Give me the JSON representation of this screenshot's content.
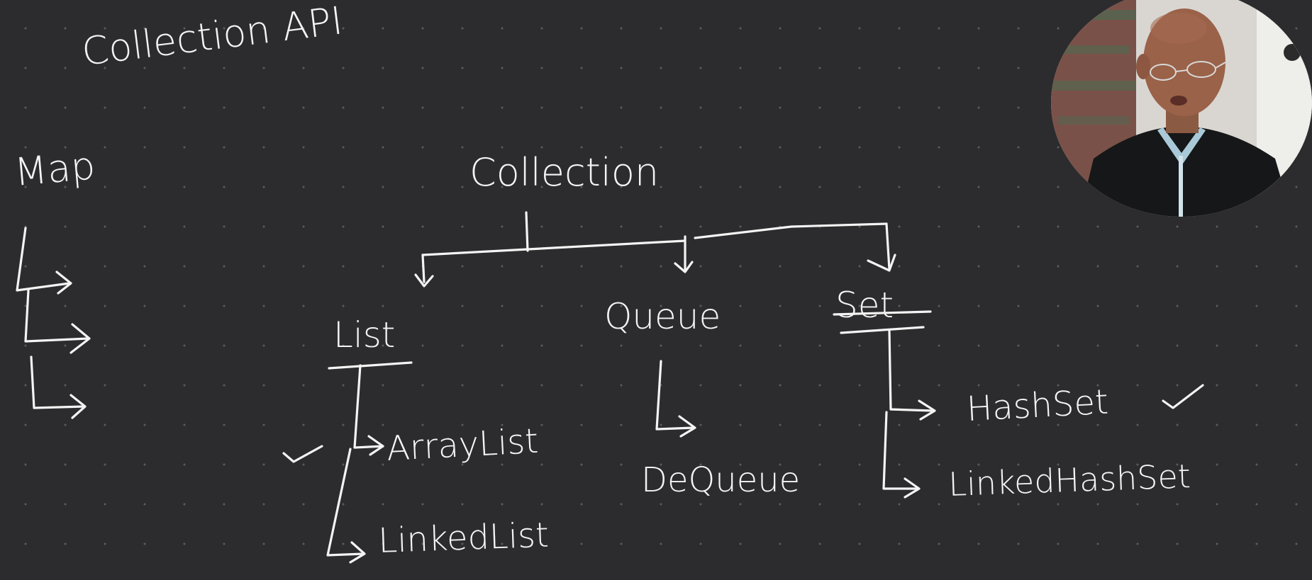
{
  "board": {
    "title": "Collection API",
    "left_root": "Map"
  },
  "tree": {
    "root": "Collection",
    "children": [
      {
        "label": "List",
        "items": [
          "ArrayList",
          "LinkedList"
        ]
      },
      {
        "label": "Queue",
        "items": [
          "DeQueue"
        ]
      },
      {
        "label": "Set",
        "items": [
          "HashSet",
          "LinkedHashSet"
        ]
      }
    ]
  },
  "colors": {
    "board": "#2c2c2e",
    "ink": "#f4f4f4",
    "dots": "#5a5a5e"
  }
}
